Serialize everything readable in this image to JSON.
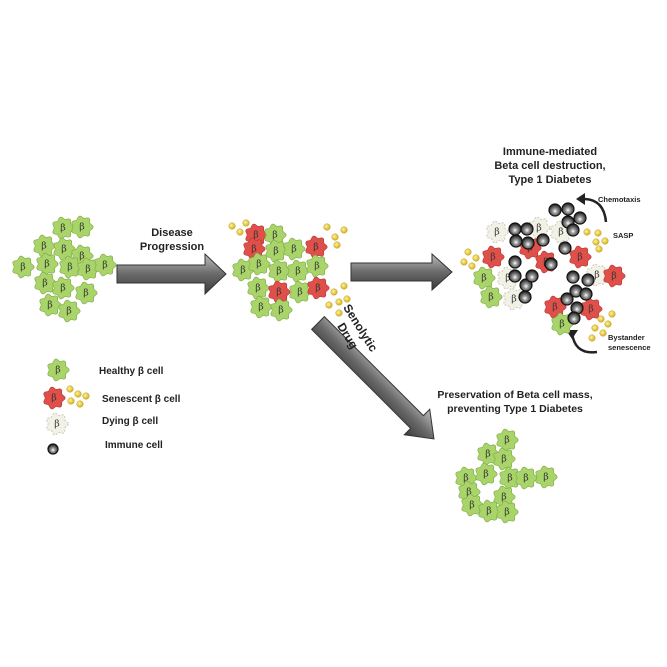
{
  "diagram": {
    "steps": {
      "progression_label": [
        "Disease",
        "Progression"
      ],
      "destruction_title": [
        "Immune-mediated",
        "Beta cell destruction,",
        "Type 1 Diabetes"
      ],
      "senolytic_label": [
        "Senolytic",
        "Drug"
      ],
      "preservation_title": [
        "Preservation of Beta cell mass,",
        "preventing Type 1 Diabetes"
      ]
    },
    "annotations": {
      "chemotaxis": "Chemotaxis",
      "sasp": "SASP",
      "bystander": [
        "Bystander",
        "senescence"
      ]
    },
    "legend": [
      {
        "type": "healthy",
        "label": "Healthy β cell"
      },
      {
        "type": "senescent",
        "label": "Senescent β cell"
      },
      {
        "type": "dying",
        "label": "Dying β cell"
      },
      {
        "type": "immune",
        "label": "Immune cell"
      }
    ],
    "cell_symbol": "β",
    "colors": {
      "healthy": "#a9d46a",
      "senescent": "#e0504a",
      "dying": "#f1f1e6",
      "immune": "#444444",
      "sasp": "#e8cc3a",
      "arrow": "#555555"
    }
  }
}
